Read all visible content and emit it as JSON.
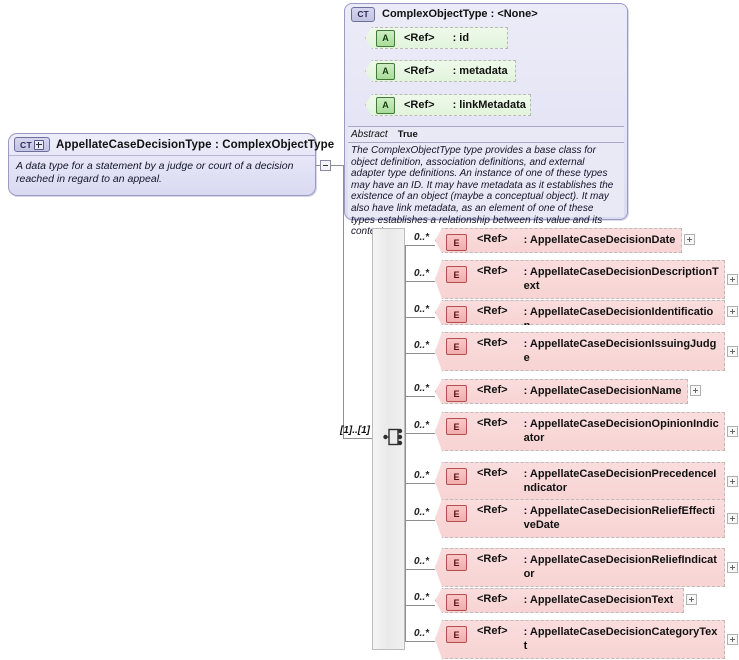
{
  "diagram": {
    "kind": "xsd-schema-diagram",
    "root_type": {
      "badge": "CT",
      "badge_icon": "complextype-expand-icon",
      "title": "AppellateCaseDecisionType : ComplexObjectType",
      "documentation": "A data type for a statement by a judge or court of a decision reached in regard to an appeal.",
      "toggle_icon": "minus-box-icon"
    },
    "base_type": {
      "badge": "CT",
      "title": "ComplexObjectType : <None>",
      "attributes": [
        {
          "badge": "A",
          "ref": "<Ref>",
          "name": ": id"
        },
        {
          "badge": "A",
          "ref": "<Ref>",
          "name": ": metadata"
        },
        {
          "badge": "A",
          "ref": "<Ref>",
          "name": ": linkMetadata"
        }
      ],
      "abstract_label": "Abstract",
      "abstract_value": "True",
      "documentation": "The ComplexObjectType type provides a base class for object definition, association definitions, and external adapter type definitions. An instance of one of these types may have an ID. It may have metadata as it establishes the existence of an object (maybe a conceptual object). It may also have link metadata, as an element of one of these types establishes a relationship between its value and its context."
    },
    "sequence": {
      "icon": "sequence-compositor-icon",
      "cardinality": "[1]..[1]"
    },
    "elements": [
      {
        "badge": "E",
        "ref": "<Ref>",
        "name": ": AppellateCaseDecisionDate",
        "occurrence": "0..*",
        "toggle_icon": "plus-box-icon"
      },
      {
        "badge": "E",
        "ref": "<Ref>",
        "name": ": AppellateCaseDecisionDescriptionText",
        "occurrence": "0..*",
        "toggle_icon": "plus-box-icon"
      },
      {
        "badge": "E",
        "ref": "<Ref>",
        "name": ": AppellateCaseDecisionIdentification",
        "occurrence": "0..*",
        "toggle_icon": "plus-box-icon"
      },
      {
        "badge": "E",
        "ref": "<Ref>",
        "name": ": AppellateCaseDecisionIssuingJudge",
        "occurrence": "0..*",
        "toggle_icon": "plus-box-icon"
      },
      {
        "badge": "E",
        "ref": "<Ref>",
        "name": ": AppellateCaseDecisionName",
        "occurrence": "0..*",
        "toggle_icon": "plus-box-icon"
      },
      {
        "badge": "E",
        "ref": "<Ref>",
        "name": ": AppellateCaseDecisionOpinionIndicator",
        "occurrence": "0..*",
        "toggle_icon": "plus-box-icon"
      },
      {
        "badge": "E",
        "ref": "<Ref>",
        "name": ": AppellateCaseDecisionPrecedenceIndicator",
        "occurrence": "0..*",
        "toggle_icon": "plus-box-icon"
      },
      {
        "badge": "E",
        "ref": "<Ref>",
        "name": ": AppellateCaseDecisionReliefEffectiveDate",
        "occurrence": "0..*",
        "toggle_icon": "plus-box-icon"
      },
      {
        "badge": "E",
        "ref": "<Ref>",
        "name": ": AppellateCaseDecisionReliefIndicator",
        "occurrence": "0..*",
        "toggle_icon": "plus-box-icon"
      },
      {
        "badge": "E",
        "ref": "<Ref>",
        "name": ": AppellateCaseDecisionText",
        "occurrence": "0..*",
        "toggle_icon": "plus-box-icon"
      },
      {
        "badge": "E",
        "ref": "<Ref>",
        "name": ": AppellateCaseDecisionCategoryText",
        "occurrence": "0..*",
        "toggle_icon": "plus-box-icon"
      }
    ]
  }
}
